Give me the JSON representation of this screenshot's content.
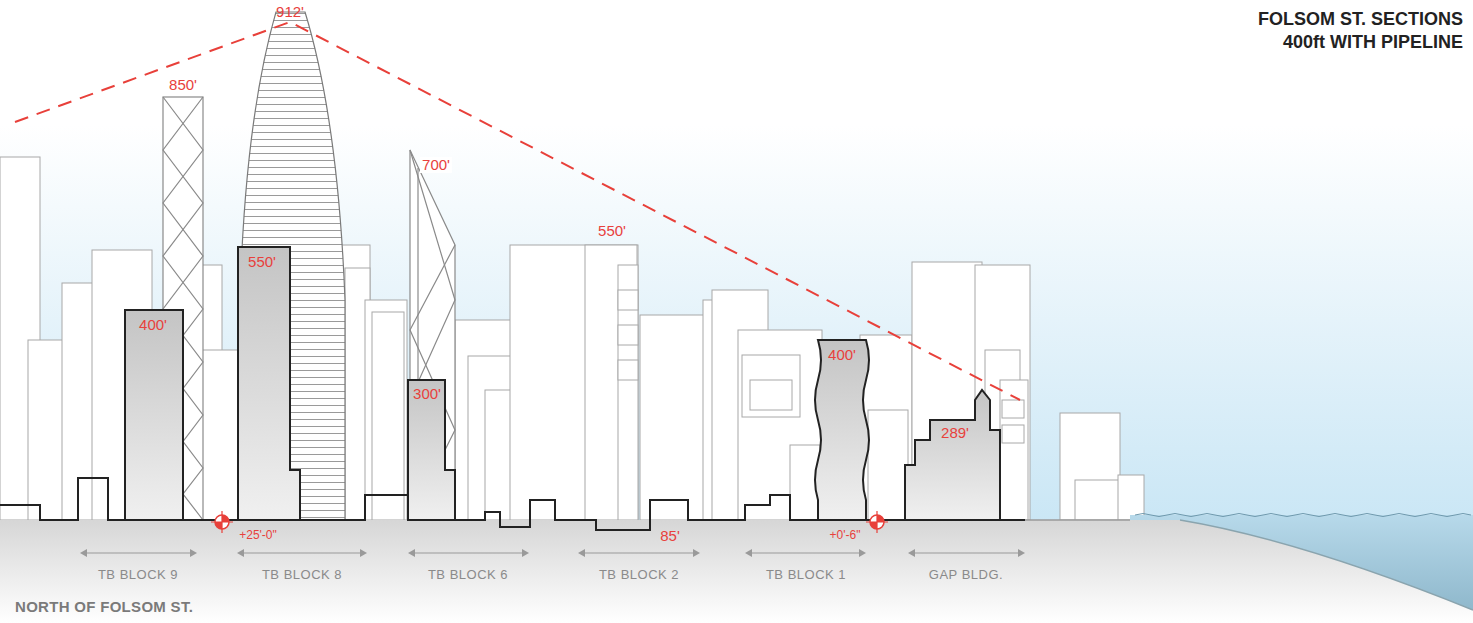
{
  "diagram": {
    "title": "FOLSOM ST. SECTIONS 400ft WITH PIPELINE",
    "labels": [
      "912'",
      "850'",
      "550'",
      "400'",
      "700'",
      "300'",
      "550'",
      "85'",
      "400'",
      "289'",
      "+25'-0\"",
      "+0'-6\"",
      "TB BLOCK 9",
      "TB BLOCK 8",
      "TB BLOCK 6",
      "TB BLOCK 2",
      "TB BLOCK 1",
      "GAP BLDG.",
      "NORTH OF FOLSOM ST."
    ]
  }
}
